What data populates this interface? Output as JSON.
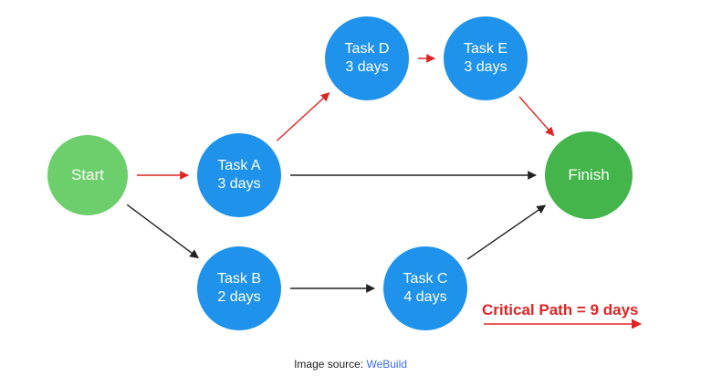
{
  "colors": {
    "blue": "#1f93ec",
    "green_start": "#6ccf6c",
    "green_finish": "#43b54b",
    "critical": "#e02424",
    "normal_edge": "#222222",
    "link": "#3a6cf0"
  },
  "nodes": {
    "start": {
      "label": "Start"
    },
    "task_a": {
      "name": "Task A",
      "duration": "3 days"
    },
    "task_b": {
      "name": "Task B",
      "duration": "2 days"
    },
    "task_c": {
      "name": "Task C",
      "duration": "4 days"
    },
    "task_d": {
      "name": "Task D",
      "duration": "3 days"
    },
    "task_e": {
      "name": "Task E",
      "duration": "3 days"
    },
    "finish": {
      "label": "Finish"
    }
  },
  "edges": [
    {
      "from": "Start",
      "to": "Task A",
      "critical": true
    },
    {
      "from": "Task A",
      "to": "Task D",
      "critical": true
    },
    {
      "from": "Task D",
      "to": "Task E",
      "critical": true
    },
    {
      "from": "Task E",
      "to": "Finish",
      "critical": true
    },
    {
      "from": "Task A",
      "to": "Finish",
      "critical": false
    },
    {
      "from": "Start",
      "to": "Task B",
      "critical": false
    },
    {
      "from": "Task B",
      "to": "Task C",
      "critical": false
    },
    {
      "from": "Task C",
      "to": "Finish",
      "critical": false
    }
  ],
  "critical_path": {
    "label": "Critical Path = 9 days"
  },
  "caption": {
    "prefix": "Image source: ",
    "link": "WeBuild"
  }
}
